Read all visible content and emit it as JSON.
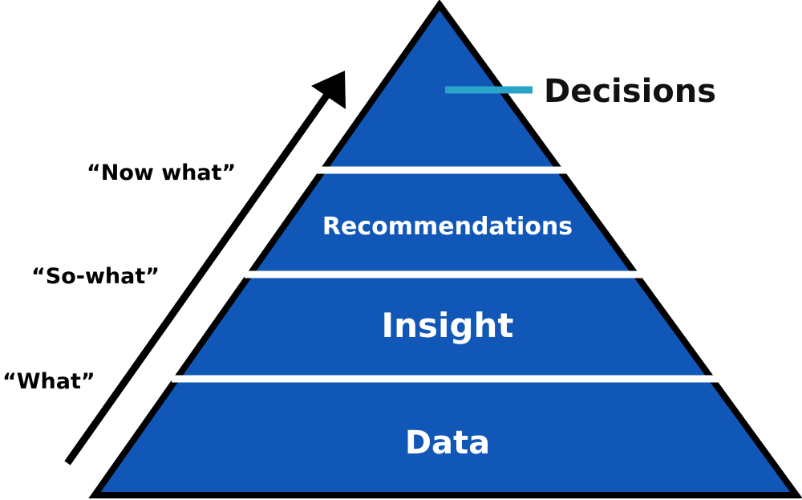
{
  "pyramid": {
    "fill_color": "#1057b7",
    "outline_color": "#000000",
    "separator_color": "#ffffff",
    "tiers": {
      "top": "",
      "upper_middle": "Recommendations",
      "lower_middle": "Insight",
      "base": "Data"
    }
  },
  "callout": {
    "label": "Decisions",
    "line_color": "#2aa3c9"
  },
  "progression": {
    "arrow_color": "#000000",
    "labels": {
      "now_what": "“Now what”",
      "so_what": "“So-what”",
      "what": "“What”"
    }
  }
}
